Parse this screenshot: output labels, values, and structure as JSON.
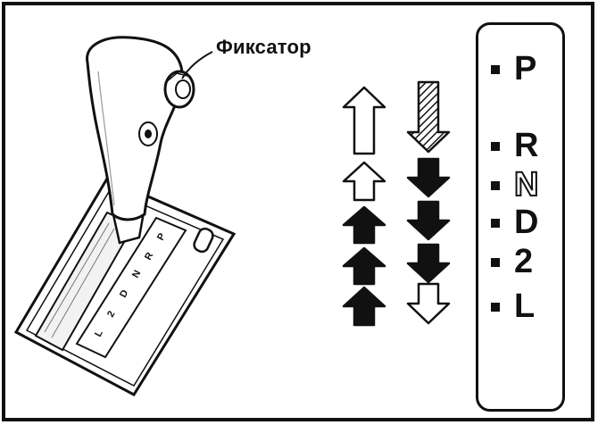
{
  "callout": {
    "label": "Фиксатор"
  },
  "gear_panel": {
    "positions": [
      {
        "letter": "P",
        "style": "solid"
      },
      {
        "letter": "R",
        "style": "solid"
      },
      {
        "letter": "N",
        "style": "outline"
      },
      {
        "letter": "D",
        "style": "solid"
      },
      {
        "letter": "2",
        "style": "solid"
      },
      {
        "letter": "L",
        "style": "solid"
      }
    ]
  },
  "arrows": {
    "up_column": [
      "outline",
      "outline",
      "solid",
      "solid",
      "solid"
    ],
    "down_column": [
      "hatched",
      "solid",
      "solid",
      "solid",
      "outline"
    ]
  },
  "gate_labels": [
    "P",
    "R",
    "N",
    "D",
    "2",
    "L"
  ]
}
